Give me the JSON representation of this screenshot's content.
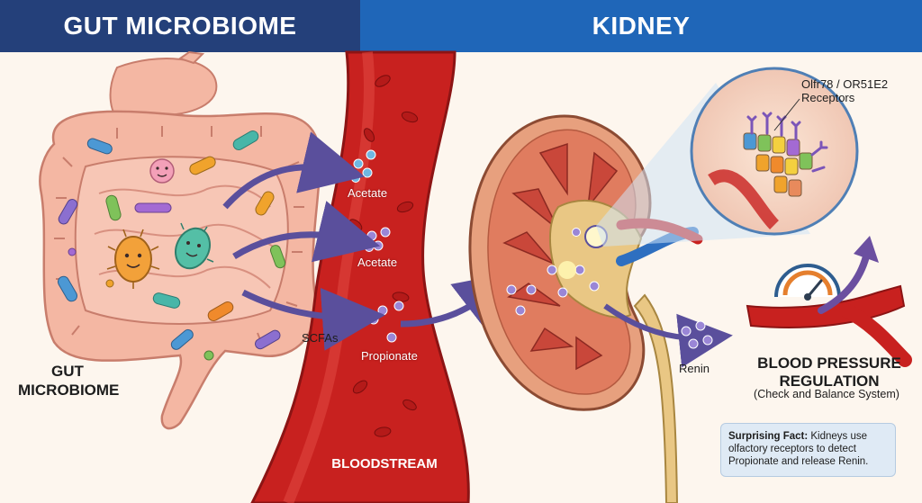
{
  "header": {
    "left_title": "GUT MICROBIOME",
    "right_title": "KIDNEY"
  },
  "labels": {
    "gut": "GUT MICROBIOME",
    "bloodstream": "BLOODSTREAM",
    "acetate_1": "Acetate",
    "acetate_2": "Acetate",
    "propionate": "Propionate",
    "scfas": "SCFAs",
    "receptors": "Olfr78 / OR51E2 Receptors",
    "renin": "Renin",
    "bp_title": "BLOOD PRESSURE REGULATION",
    "bp_subtitle": "(Check and Balance System)"
  },
  "fact": {
    "lead": "Surprising Fact:",
    "text": "Kidneys use olfactory receptors to detect Propionate and release Renin."
  },
  "colors": {
    "header_left": "#24407a",
    "header_right": "#1f66b8",
    "blood": "#c8211f",
    "arrow": "#5a4f9c",
    "molecule": "#8f77c9"
  }
}
